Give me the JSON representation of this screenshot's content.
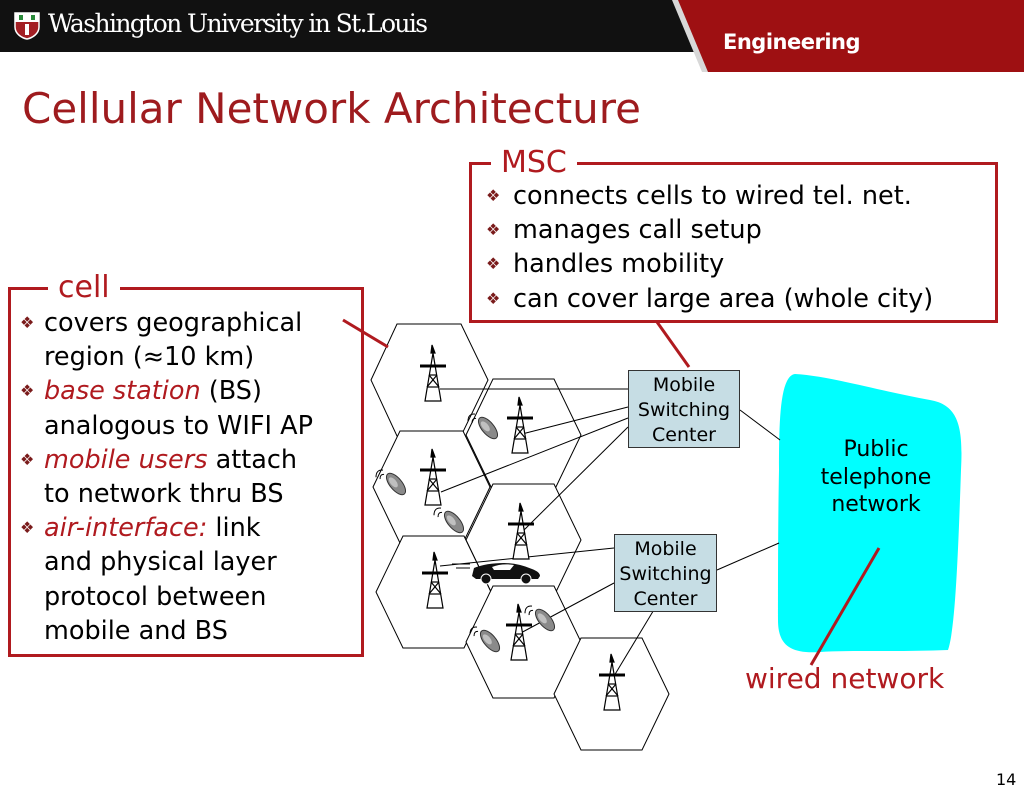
{
  "header": {
    "university": "Washington University in St.Louis",
    "school": "Engineering"
  },
  "slide": {
    "title": "Cellular Network Architecture",
    "page_number": "14"
  },
  "msc_callout": {
    "title": "MSC",
    "bullets": [
      "connects cells to wired tel. net.",
      "manages call setup",
      "handles mobility",
      "can cover large area (whole city)"
    ]
  },
  "cell_callout": {
    "title": "cell",
    "bullets": [
      {
        "lines": [
          {
            "parts": [
              {
                "text": "covers geographical",
                "highlight": false
              }
            ]
          },
          {
            "parts": [
              {
                "text": "region (≈10 km)",
                "highlight": false
              }
            ]
          }
        ]
      },
      {
        "lines": [
          {
            "parts": [
              {
                "text": "base station",
                "highlight": true
              },
              {
                "text": " (BS)",
                "highlight": false
              }
            ]
          },
          {
            "parts": [
              {
                "text": "analogous to WIFI AP",
                "highlight": false
              }
            ]
          }
        ]
      },
      {
        "lines": [
          {
            "parts": [
              {
                "text": "mobile users",
                "highlight": true
              },
              {
                "text": " attach",
                "highlight": false
              }
            ]
          },
          {
            "parts": [
              {
                "text": "to network thru BS",
                "highlight": false
              }
            ]
          }
        ]
      },
      {
        "lines": [
          {
            "parts": [
              {
                "text": "air-interface:",
                "highlight": true
              },
              {
                "text": " link",
                "highlight": false
              }
            ]
          },
          {
            "parts": [
              {
                "text": "and physical layer",
                "highlight": false
              }
            ]
          },
          {
            "parts": [
              {
                "text": "protocol between",
                "highlight": false
              }
            ]
          },
          {
            "parts": [
              {
                "text": "mobile and BS",
                "highlight": false
              }
            ]
          }
        ]
      }
    ]
  },
  "diagram": {
    "msc_upper": [
      "Mobile",
      "Switching",
      "Center"
    ],
    "msc_lower": [
      "Mobile",
      "Switching",
      "Center"
    ],
    "public_network": [
      "Public",
      "telephone",
      "network"
    ],
    "wired_label": "wired network"
  },
  "colors": {
    "accent": "#b01a1f",
    "title": "#9e1b1e",
    "header_dark": "#111111",
    "header_red": "#9e1012",
    "cloud": "#00ffff",
    "msc_fill": "#c6dde4"
  }
}
